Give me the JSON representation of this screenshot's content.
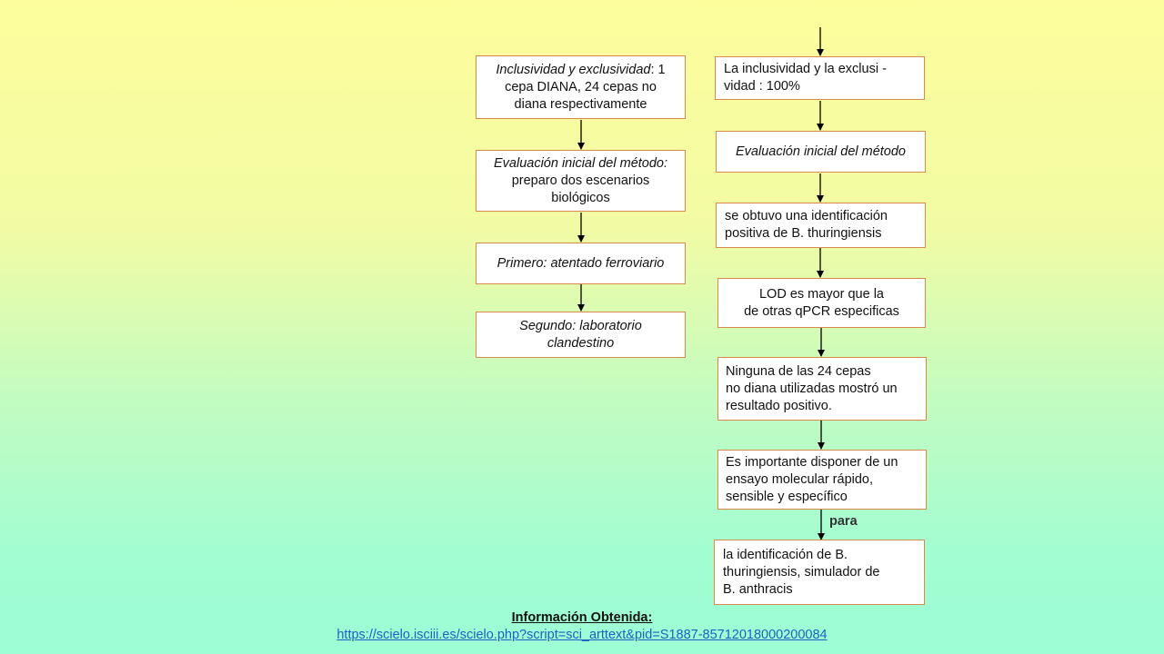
{
  "left_column": [
    {
      "italic": "Inclusividad y exclusividad",
      "rest": ": 1\ncepa DIANA, 24 cepas no\ndiana respectivamente"
    },
    {
      "italic": "Evaluación inicial del método:",
      "rest": "\npreparo dos escenarios\nbiológicos"
    },
    {
      "italic": "Primero: atentado ferroviario",
      "rest": ""
    },
    {
      "italic": "Segundo: laboratorio\nclandestino",
      "rest": ""
    }
  ],
  "right_column": [
    {
      "text": "La inclusividad y la exclusi -\nvidad : 100%"
    },
    {
      "text": "Evaluación inicial del método"
    },
    {
      "text": "se obtuvo una identificación\npositiva de B. thuringiensis"
    },
    {
      "text": "LOD es mayor que la\nde otras qPCR especificas"
    },
    {
      "text": "Ninguna de las 24 cepas\nno diana utilizadas mostró un\nresultado positivo."
    },
    {
      "text": "Es importante disponer de un\nensayo molecular rápido,\nsensible y específico"
    },
    {
      "text": "la identificación de B.\nthuringiensis, simulador de\nB. anthracis"
    }
  ],
  "connector_label": "para",
  "footer": {
    "title": "Información Obtenida:",
    "link": "https://scielo.isciii.es/scielo.php?script=sci_arttext&pid=S1887-85712018000200084"
  },
  "colors": {
    "box_border": "#d88a4a",
    "arrow": "#000000",
    "link": "#1f5fc5"
  }
}
